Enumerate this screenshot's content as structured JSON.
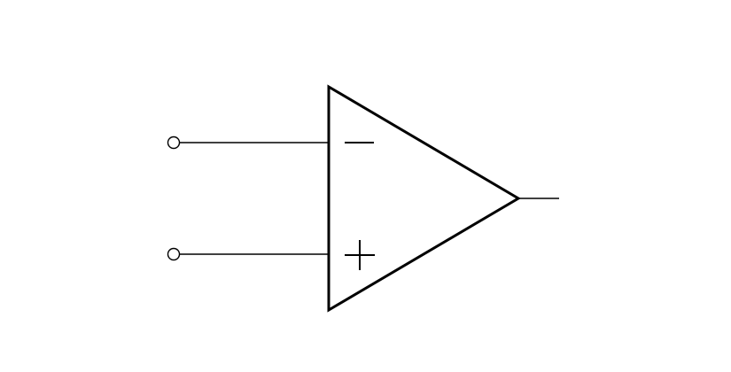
{
  "diagram": {
    "component": "op-amp",
    "stroke_color": "#000000",
    "background_color": "#ffffff",
    "inputs": [
      {
        "polarity": "inverting",
        "symbol": "minus"
      },
      {
        "polarity": "non-inverting",
        "symbol": "plus"
      }
    ],
    "output_terminal": "line"
  }
}
